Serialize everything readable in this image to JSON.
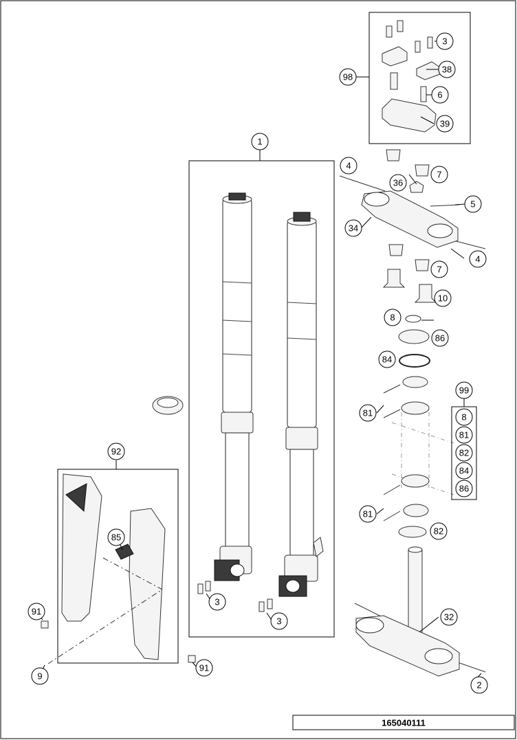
{
  "diagram": {
    "drawing_number": "165040111",
    "callouts": {
      "c1": "1",
      "c98": "98",
      "c3_top": "3",
      "c38": "38",
      "c6": "6",
      "c39": "39",
      "c4_top": "4",
      "c7_top": "7",
      "c36": "36",
      "c5": "5",
      "c34": "34",
      "c4_bottom": "4",
      "c7_mid": "7",
      "c10": "10",
      "c8": "8",
      "c86": "86",
      "c84": "84",
      "c81_top": "81",
      "c99": "99",
      "c81_bottom": "81",
      "c82": "82",
      "c92": "92",
      "c85": "85",
      "c3_left": "3",
      "c3_right": "3",
      "c91_left": "91",
      "c9": "9",
      "c91_right": "91",
      "c32": "32",
      "c2": "2"
    },
    "kit_99_items": [
      "8",
      "81",
      "82",
      "84",
      "86"
    ]
  }
}
